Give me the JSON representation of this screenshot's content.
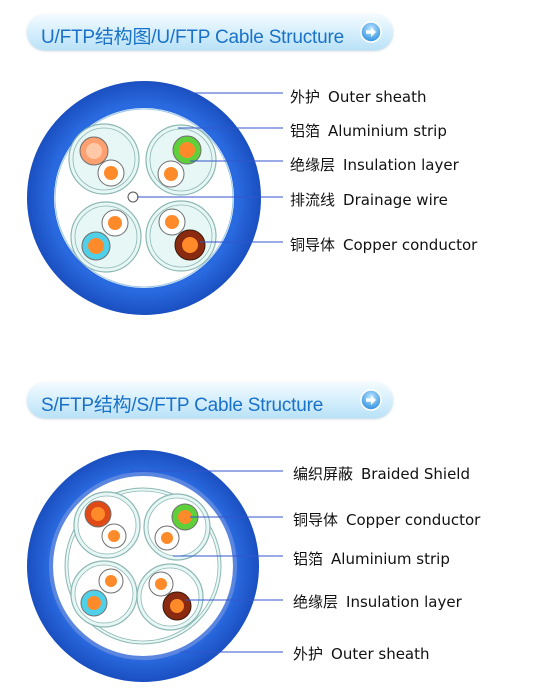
{
  "section1": {
    "title": "U/FTP结构图/U/FTP Cable Structure",
    "labels": [
      {
        "zh": "外护",
        "en": "Outer sheath"
      },
      {
        "zh": "铝箔",
        "en": "Aluminium strip"
      },
      {
        "zh": "绝缘层",
        "en": "Insulation layer"
      },
      {
        "zh": "排流线",
        "en": "Drainage wire"
      },
      {
        "zh": "铜导体",
        "en": "Copper conductor"
      }
    ]
  },
  "section2": {
    "title": "S/FTP结构/S/FTP Cable Structure",
    "labels": [
      {
        "zh": "编织屏蔽",
        "en": "Braided Shield"
      },
      {
        "zh": "铜导体",
        "en": "Copper conductor"
      },
      {
        "zh": "铝箔",
        "en": "Aluminium strip"
      },
      {
        "zh": "绝缘层",
        "en": "Insulation layer"
      },
      {
        "zh": "外护",
        "en": "Outer sheath"
      }
    ]
  },
  "colors": {
    "sheath": "#1f5fd0",
    "filler": "#e6f7f5",
    "conductor": "#ff8a2a",
    "banner_text": "#1a72c8",
    "leader_line": "#3355cc"
  },
  "icons": [
    "arrow-right-icon"
  ]
}
